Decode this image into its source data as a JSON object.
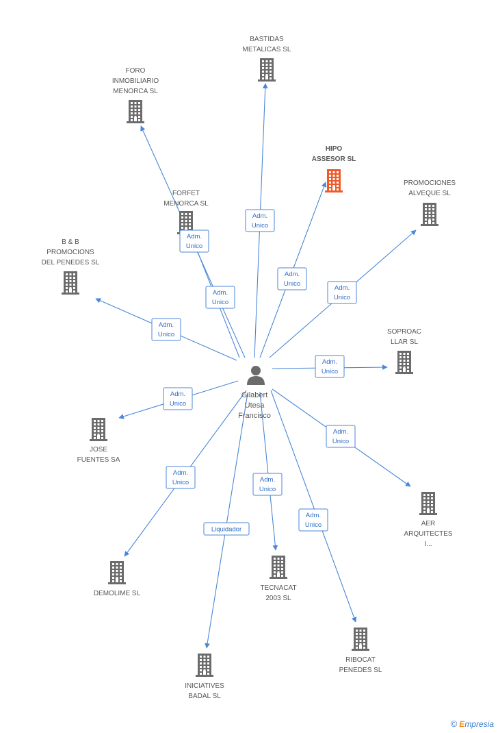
{
  "colors": {
    "edge": "#4a86d8",
    "company_icon": "#6b6b6b",
    "focus_icon": "#f05a28",
    "person_icon": "#6b6b6b"
  },
  "person": {
    "id": "gilabert",
    "icon": "person-icon",
    "label": [
      "Gilabert",
      "Utesa",
      "Francisco"
    ]
  },
  "companies": [
    {
      "id": "bastidas",
      "icon": "building-icon",
      "label": [
        "BASTIDAS",
        "METALICAS SL"
      ],
      "focus": false
    },
    {
      "id": "foro",
      "icon": "building-icon",
      "label": [
        "FORO",
        "INMOBILIARIO",
        "MENORCA SL"
      ],
      "focus": false
    },
    {
      "id": "hipo",
      "icon": "building-icon",
      "label": [
        "HIPO",
        "ASSESOR SL"
      ],
      "focus": true
    },
    {
      "id": "alveque",
      "icon": "building-icon",
      "label": [
        "PROMOCIONES",
        "ALVEQUE SL"
      ],
      "focus": false
    },
    {
      "id": "forfet",
      "icon": "building-icon",
      "label": [
        "FORFET",
        "MENORCA SL"
      ],
      "focus": false
    },
    {
      "id": "bb",
      "icon": "building-icon",
      "label": [
        "B & B",
        "PROMOCIONS",
        "DEL PENEDES SL"
      ],
      "focus": false
    },
    {
      "id": "soproac",
      "icon": "building-icon",
      "label": [
        "SOPROAC",
        "LLAR SL"
      ],
      "focus": false
    },
    {
      "id": "jose",
      "icon": "building-icon",
      "label": [
        "JOSE",
        "FUENTES SA"
      ],
      "focus": false
    },
    {
      "id": "aer",
      "icon": "building-icon",
      "label": [
        "AER",
        "ARQUITECTES",
        "I..."
      ],
      "focus": false
    },
    {
      "id": "demolime",
      "icon": "building-icon",
      "label": [
        "DEMOLIME SL"
      ],
      "focus": false
    },
    {
      "id": "tecnacat",
      "icon": "building-icon",
      "label": [
        "TECNACAT",
        "2003 SL"
      ],
      "focus": false
    },
    {
      "id": "ribocat",
      "icon": "building-icon",
      "label": [
        "RIBOCAT",
        "PENEDES SL"
      ],
      "focus": false
    },
    {
      "id": "iniciatives",
      "icon": "building-icon",
      "label": [
        "INICIATIVES",
        "BADAL SL"
      ],
      "focus": false
    }
  ],
  "relations": [
    {
      "to": "bastidas",
      "label": [
        "Adm.",
        "Unico"
      ]
    },
    {
      "to": "foro",
      "label": [
        "Adm.",
        "Unico"
      ]
    },
    {
      "to": "forfet",
      "label": [
        "Adm.",
        "Unico"
      ]
    },
    {
      "to": "hipo",
      "label": [
        "Adm.",
        "Unico"
      ]
    },
    {
      "to": "alveque",
      "label": [
        "Adm.",
        "Unico"
      ]
    },
    {
      "to": "bb",
      "label": [
        "Adm.",
        "Unico"
      ]
    },
    {
      "to": "soproac",
      "label": [
        "Adm.",
        "Unico"
      ]
    },
    {
      "to": "jose",
      "label": [
        "Adm.",
        "Unico"
      ]
    },
    {
      "to": "aer",
      "label": [
        "Adm.",
        "Unico"
      ]
    },
    {
      "to": "demolime",
      "label": [
        "Adm.",
        "Unico"
      ]
    },
    {
      "to": "tecnacat",
      "label": [
        "Adm.",
        "Unico"
      ]
    },
    {
      "to": "ribocat",
      "label": [
        "Adm.",
        "Unico"
      ]
    },
    {
      "to": "iniciatives",
      "label": [
        "Liquidador"
      ]
    }
  ],
  "footer": {
    "copyright_symbol": "©",
    "brand_first": "E",
    "brand_rest": "mpresia"
  }
}
